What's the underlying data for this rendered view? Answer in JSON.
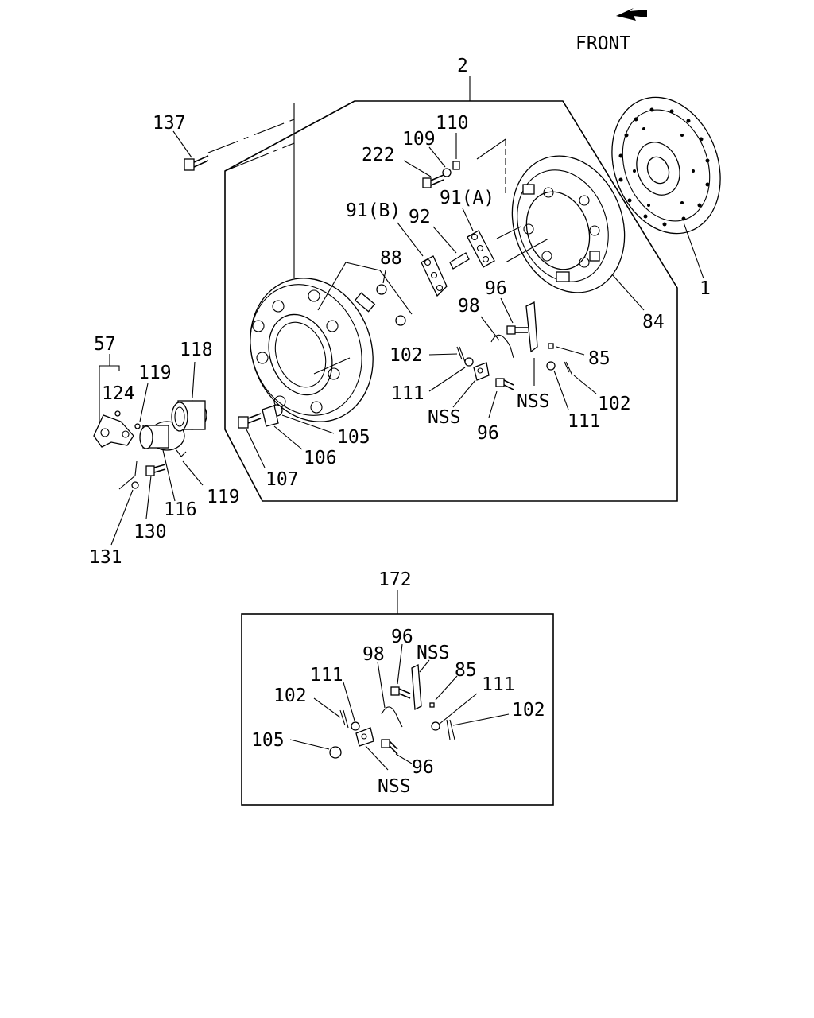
{
  "orientation": {
    "label": "FRONT",
    "icon": "arrow-left-down-icon"
  },
  "labels": {
    "l2": "2",
    "l137": "137",
    "l110": "110",
    "l109": "109",
    "l222": "222",
    "l91b": "91(B)",
    "l92": "92",
    "l91a": "91(A)",
    "l88": "88",
    "l1": "1",
    "l84": "84",
    "l96a": "96",
    "l98a": "98",
    "l102a": "102",
    "l85a": "85",
    "l111a": "111",
    "l102b": "102",
    "l111b": "111",
    "l96b": "96",
    "lnssa": "NSS",
    "lnssb": "NSS",
    "l105a": "105",
    "l106": "106",
    "l107": "107",
    "l57": "57",
    "l118": "118",
    "l119a": "119",
    "l124": "124",
    "l119b": "119",
    "l116": "116",
    "l130": "130",
    "l131": "131",
    "l172": "172",
    "l96c": "96",
    "l98b": "98",
    "l111c": "111",
    "lnssc": "NSS",
    "l85b": "85",
    "l102c": "102",
    "l111d": "111",
    "l102d": "102",
    "l105b": "105",
    "l96d": "96",
    "lnssd": "NSS"
  }
}
